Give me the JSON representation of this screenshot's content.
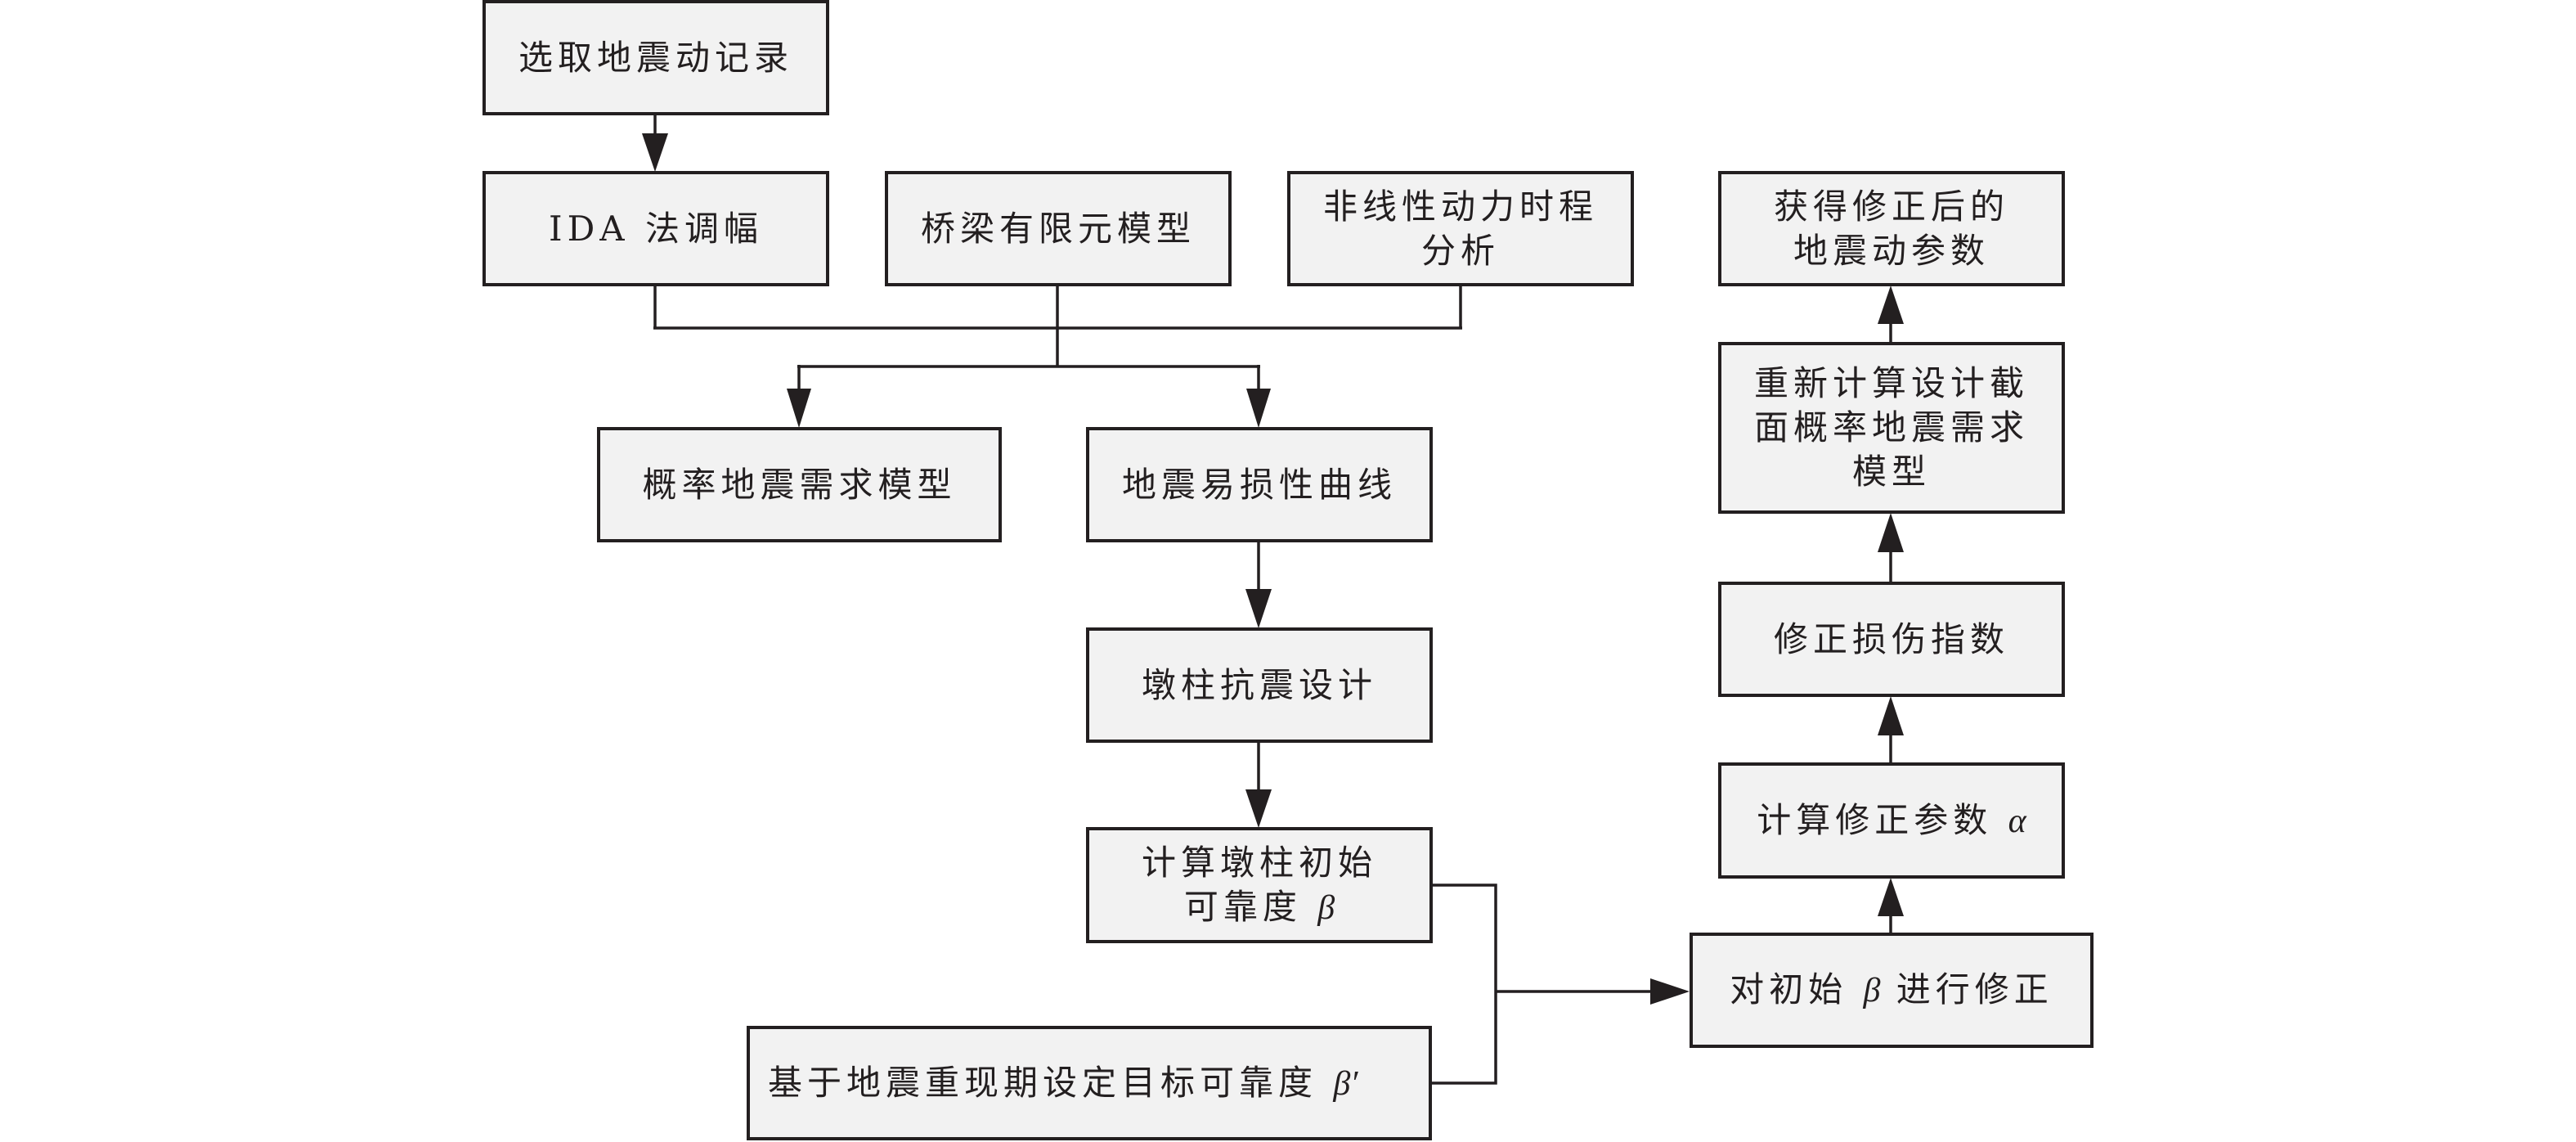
{
  "diagram": {
    "type": "flowchart",
    "colors": {
      "box_fill": "#f2f2f2",
      "stroke": "#231f20",
      "background": "#ffffff"
    },
    "nodes": [
      {
        "id": "select_records",
        "lines": [
          "选取地震动记录"
        ]
      },
      {
        "id": "ida_scaling",
        "lines": [
          "IDA 法调幅"
        ]
      },
      {
        "id": "fe_model",
        "lines": [
          "桥梁有限元模型"
        ]
      },
      {
        "id": "nonlinear_analysis",
        "lines": [
          "非线性动力时程",
          "分析"
        ]
      },
      {
        "id": "psdm",
        "lines": [
          "概率地震需求模型"
        ]
      },
      {
        "id": "fragility",
        "lines": [
          "地震易损性曲线"
        ]
      },
      {
        "id": "pier_design",
        "lines": [
          "墩柱抗震设计"
        ]
      },
      {
        "id": "initial_reliability",
        "lines": [
          "计算墩柱初始",
          "可靠度 "
        ],
        "symbol": "β"
      },
      {
        "id": "target_reliability",
        "lines": [
          "基于地震重现期设定目标可靠度 "
        ],
        "symbol": "β′"
      },
      {
        "id": "correct_beta",
        "pre": "对初始 ",
        "symbol": "β",
        "post": " 进行修正"
      },
      {
        "id": "calc_alpha",
        "lines": [
          "计算修正参数 "
        ],
        "symbol": "α"
      },
      {
        "id": "correct_damage",
        "lines": [
          "修正损伤指数"
        ]
      },
      {
        "id": "recalc_psdm",
        "lines": [
          "重新计算设计截",
          "面概率地震需求",
          "模型"
        ]
      },
      {
        "id": "final_params",
        "lines": [
          "获得修正后的",
          "地震动参数"
        ]
      }
    ],
    "edges": [
      {
        "from": "select_records",
        "to": "ida_scaling"
      },
      {
        "from": [
          "ida_scaling",
          "fe_model",
          "nonlinear_analysis"
        ],
        "to": [
          "psdm",
          "fragility"
        ]
      },
      {
        "from": "fragility",
        "to": "pier_design"
      },
      {
        "from": "pier_design",
        "to": "initial_reliability"
      },
      {
        "from": [
          "initial_reliability",
          "target_reliability"
        ],
        "to": "correct_beta"
      },
      {
        "from": "correct_beta",
        "to": "calc_alpha"
      },
      {
        "from": "calc_alpha",
        "to": "correct_damage"
      },
      {
        "from": "correct_damage",
        "to": "recalc_psdm"
      },
      {
        "from": "recalc_psdm",
        "to": "final_params"
      }
    ]
  }
}
